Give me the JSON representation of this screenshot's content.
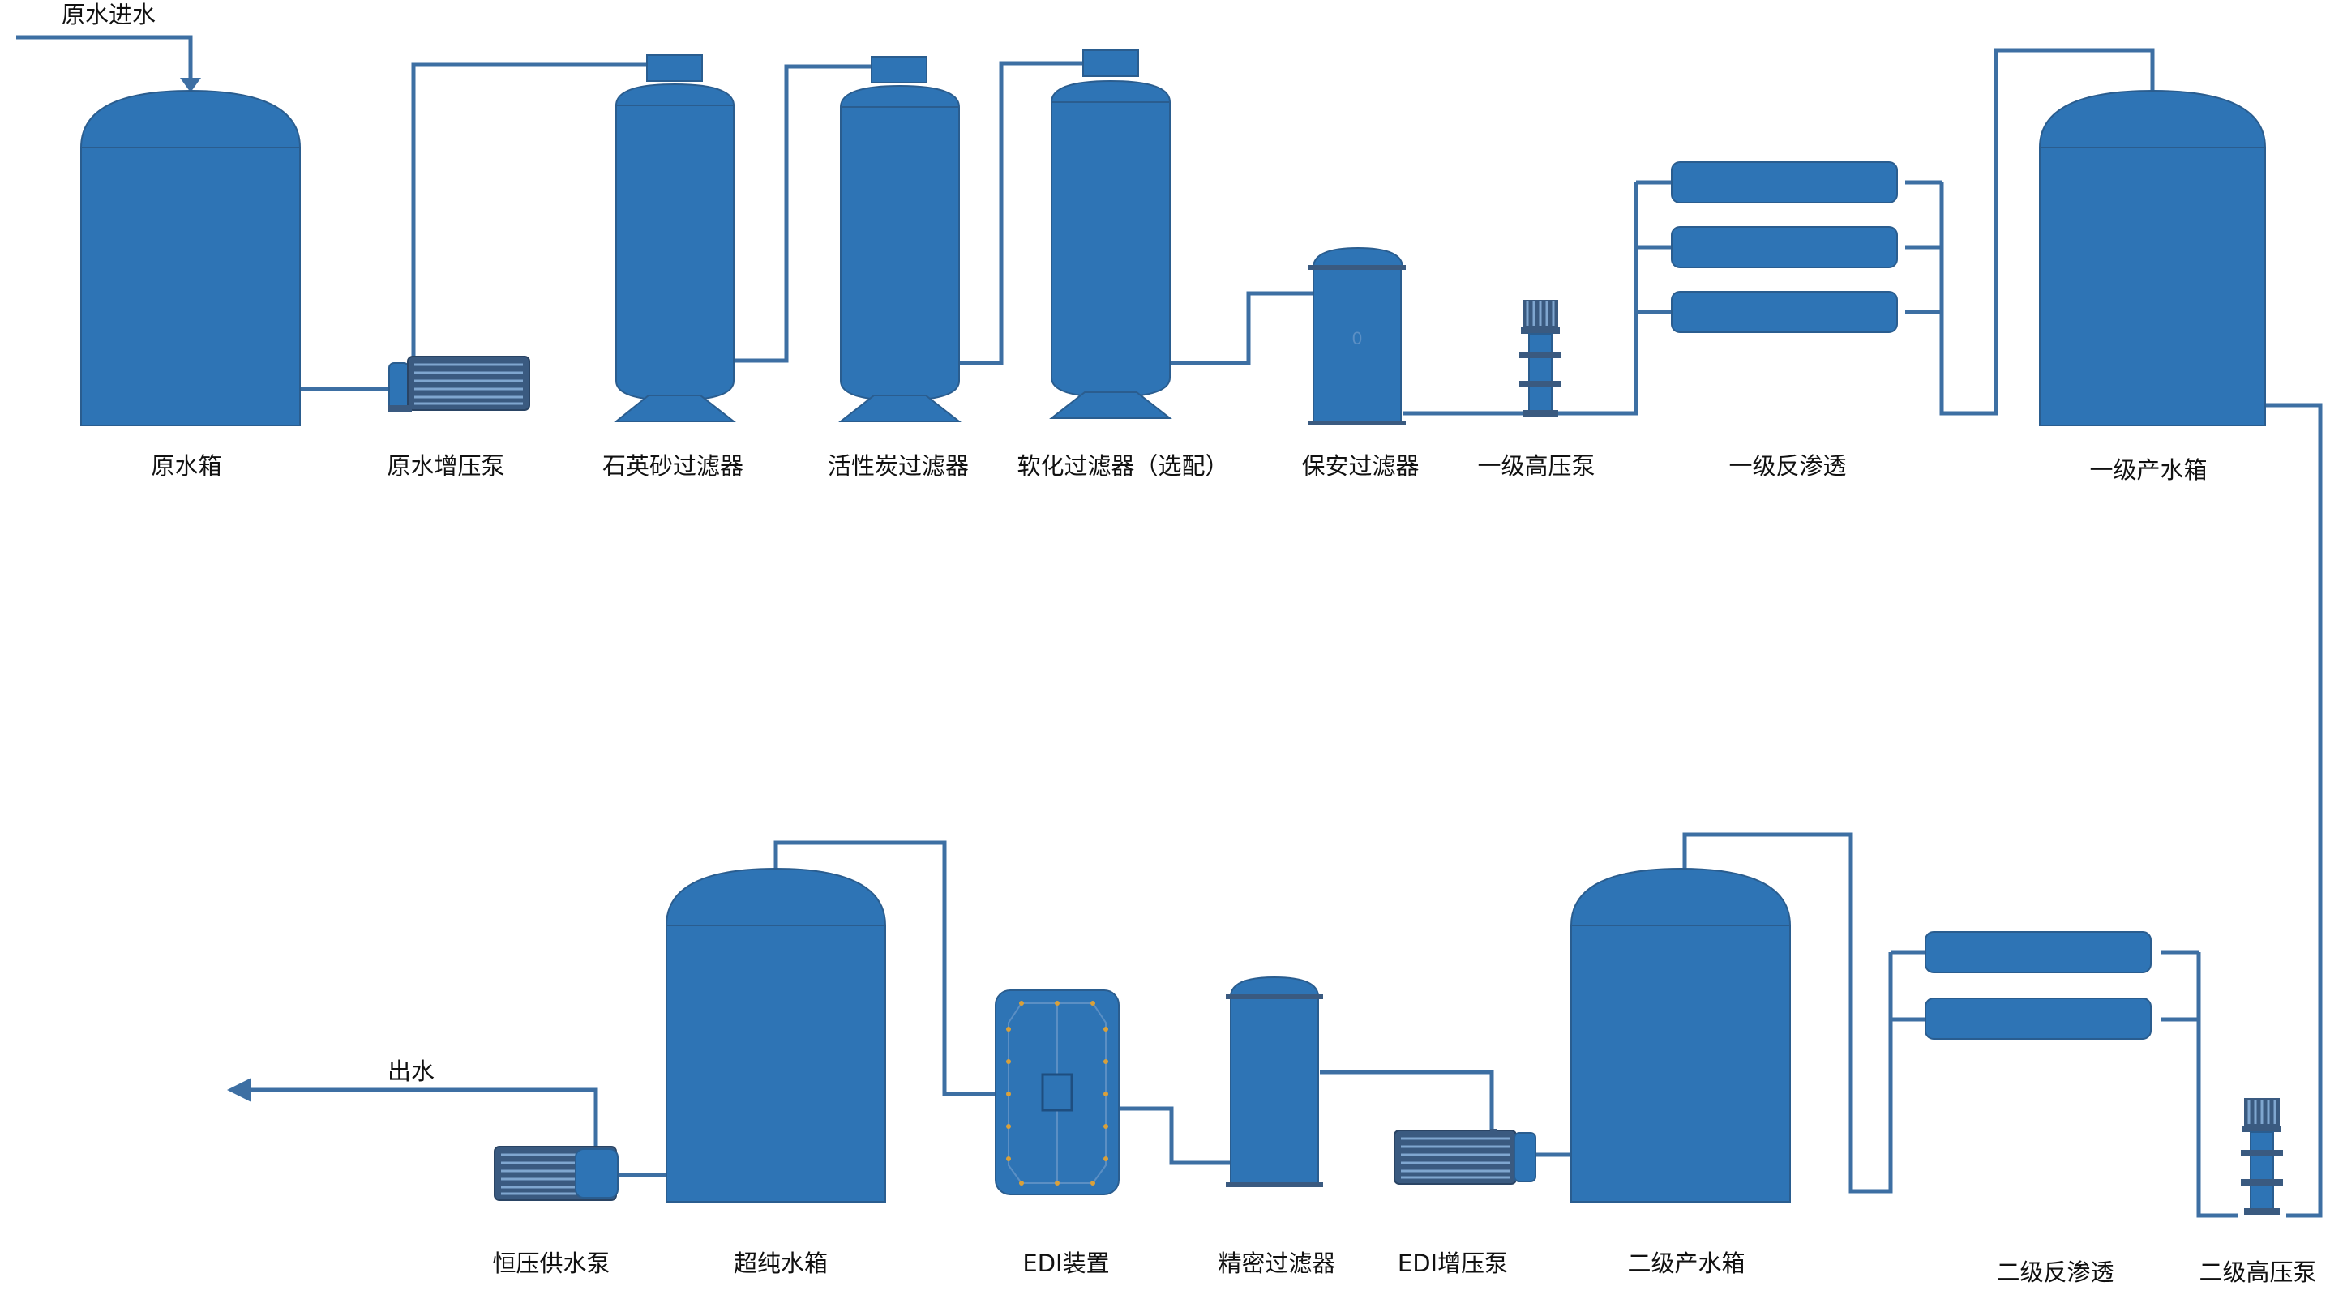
{
  "flow": {
    "inlet": "原水进水",
    "outlet": "出水"
  },
  "equipment": {
    "raw_tank": "原水箱",
    "raw_pump": "原水增压泵",
    "sand_filter": "石英砂过滤器",
    "carbon_filter": "活性炭过滤器",
    "softener": "软化过滤器（选配）",
    "security_filter": "保安过滤器",
    "hp_pump_1": "一级高压泵",
    "ro_1": "一级反渗透",
    "tank_1": "一级产水箱",
    "hp_pump_2": "二级高压泵",
    "ro_2": "二级反渗透",
    "tank_2": "二级产水箱",
    "edi_pump": "EDI增压泵",
    "precision_filter": "精密过滤器",
    "edi": "EDI装置",
    "ultrapure_tank": "超纯水箱",
    "supply_pump": "恒压供水泵"
  },
  "colors": {
    "equipment_fill": "#2e74b5",
    "equipment_stroke": "#2a5d8f",
    "pipe": "#3d6fa3",
    "pump_dark": "#3a5a80",
    "edi_dot": "#d9a03a"
  }
}
